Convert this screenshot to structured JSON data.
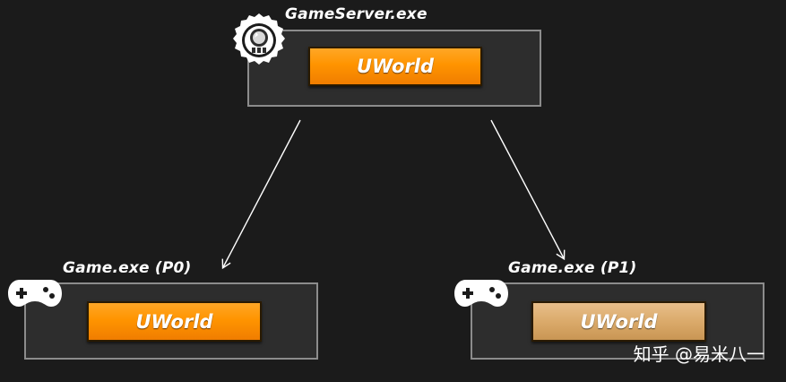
{
  "server": {
    "label": "GameServer.exe",
    "world": "UWorld",
    "icon": "server-badge-icon"
  },
  "clients": [
    {
      "label": "Game.exe (P0)",
      "world": "UWorld",
      "icon": "gamepad-icon",
      "world_color": "#ff9400"
    },
    {
      "label": "Game.exe (P1)",
      "world": "UWorld",
      "icon": "gamepad-icon",
      "world_color": "#d9a868"
    }
  ],
  "colors": {
    "background": "#1b1b1b",
    "box_border": "#8c8c8c",
    "active_world": "#ff9400",
    "faded_world": "#d9a868"
  },
  "watermark": "知乎 @易米八一"
}
